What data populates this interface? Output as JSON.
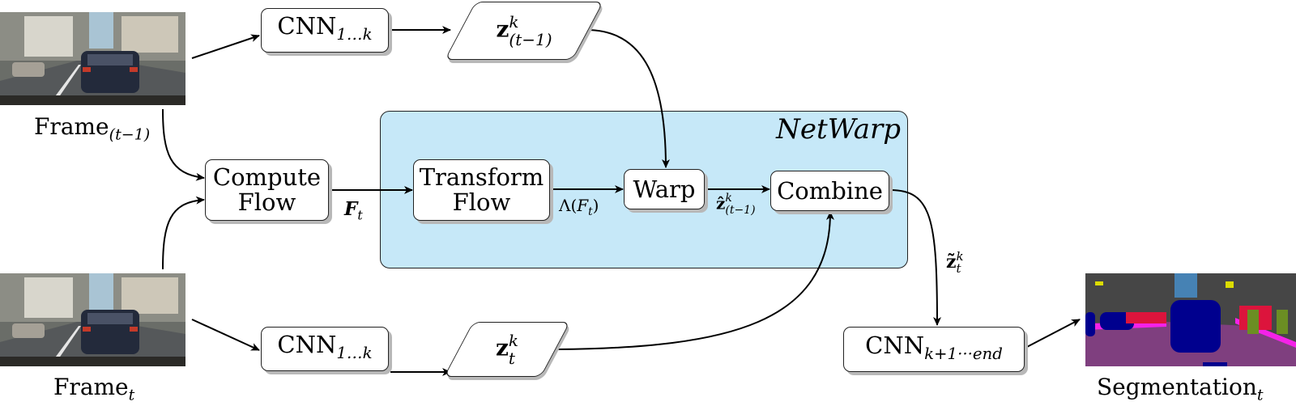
{
  "diagram": {
    "inputs": {
      "frame_prev": {
        "caption_main": "Frame",
        "caption_sub": "(t−1)"
      },
      "frame_curr": {
        "caption_main": "Frame",
        "caption_sub": "t"
      }
    },
    "output": {
      "caption_main": "Segmentation",
      "caption_sub": "t"
    },
    "nodes": {
      "cnn_top": {
        "main": "CNN",
        "sub": "1…k"
      },
      "cnn_bottom": {
        "main": "CNN",
        "sub": "1…k"
      },
      "z_prev": {
        "main": "z",
        "sup": "k",
        "sub": "(t−1)"
      },
      "z_curr": {
        "main": "z",
        "sup": "k",
        "sub": "t"
      },
      "compute_flow": {
        "line1": "Compute",
        "line2": "Flow"
      },
      "transform_flow": {
        "line1": "Transform",
        "line2": "Flow"
      },
      "warp": {
        "label": "Warp"
      },
      "combine": {
        "label": "Combine"
      },
      "cnn_end": {
        "main": "CNN",
        "sub": "k+1···end"
      }
    },
    "group": {
      "title": "NetWarp"
    },
    "edge_labels": {
      "ft": {
        "main": "F",
        "sub": "t"
      },
      "lambda": {
        "prefix": "Λ(",
        "main": "F",
        "sub": "t",
        "suffix": ")"
      },
      "zhat": {
        "main": "ẑ",
        "sup": "k",
        "sub": "(t−1)"
      },
      "ztilde": {
        "main": "z̃",
        "sup": "k",
        "sub": "t"
      }
    },
    "colors": {
      "group_fill": "#c6e8f8",
      "node_fill": "#ffffff",
      "stroke": "#000000",
      "shadow": "#b8b8b8"
    }
  }
}
